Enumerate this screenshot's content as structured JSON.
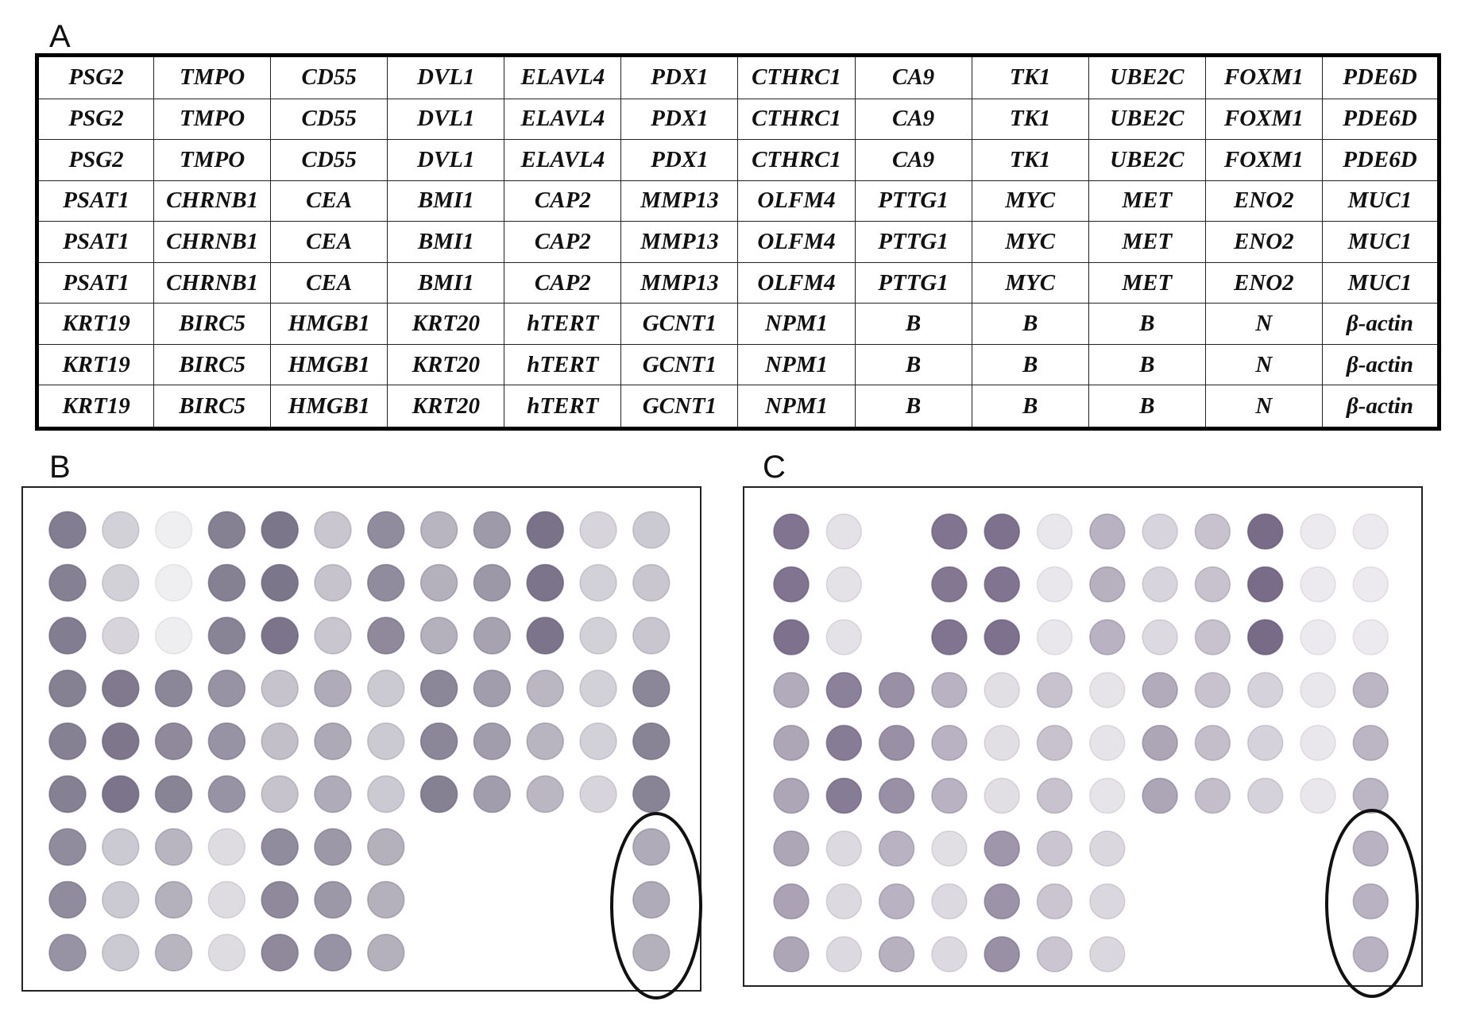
{
  "panel_labels": {
    "a": "A",
    "b": "B",
    "c": "C"
  },
  "table_rows": [
    [
      "PSG2",
      "TMPO",
      "CD55",
      "DVL1",
      "ELAVL4",
      "PDX1",
      "CTHRC1",
      "CA9",
      "TK1",
      "UBE2C",
      "FOXM1",
      "PDE6D"
    ],
    [
      "PSG2",
      "TMPO",
      "CD55",
      "DVL1",
      "ELAVL4",
      "PDX1",
      "CTHRC1",
      "CA9",
      "TK1",
      "UBE2C",
      "FOXM1",
      "PDE6D"
    ],
    [
      "PSG2",
      "TMPO",
      "CD55",
      "DVL1",
      "ELAVL4",
      "PDX1",
      "CTHRC1",
      "CA9",
      "TK1",
      "UBE2C",
      "FOXM1",
      "PDE6D"
    ],
    [
      "PSAT1",
      "CHRNB1",
      "CEA",
      "BMI1",
      "CAP2",
      "MMP13",
      "OLFM4",
      "PTTG1",
      "MYC",
      "MET",
      "ENO2",
      "MUC1"
    ],
    [
      "PSAT1",
      "CHRNB1",
      "CEA",
      "BMI1",
      "CAP2",
      "MMP13",
      "OLFM4",
      "PTTG1",
      "MYC",
      "MET",
      "ENO2",
      "MUC1"
    ],
    [
      "PSAT1",
      "CHRNB1",
      "CEA",
      "BMI1",
      "CAP2",
      "MMP13",
      "OLFM4",
      "PTTG1",
      "MYC",
      "MET",
      "ENO2",
      "MUC1"
    ],
    [
      "KRT19",
      "BIRC5",
      "HMGB1",
      "KRT20",
      "hTERT",
      "GCNT1",
      "NPM1",
      "B",
      "B",
      "B",
      "N",
      "β-actin"
    ],
    [
      "KRT19",
      "BIRC5",
      "HMGB1",
      "KRT20",
      "hTERT",
      "GCNT1",
      "NPM1",
      "B",
      "B",
      "B",
      "N",
      "β-actin"
    ],
    [
      "KRT19",
      "BIRC5",
      "HMGB1",
      "KRT20",
      "hTERT",
      "GCNT1",
      "NPM1",
      "B",
      "B",
      "B",
      "N",
      "β-actin"
    ]
  ],
  "blots": {
    "b": {
      "dot_color": "#5e5670",
      "rows": [
        [
          0.8,
          0.22,
          0.02,
          0.78,
          0.85,
          0.3,
          0.7,
          0.42,
          0.6,
          0.88,
          0.2,
          0.28
        ],
        [
          0.78,
          0.22,
          0.02,
          0.78,
          0.85,
          0.32,
          0.7,
          0.45,
          0.62,
          0.86,
          0.22,
          0.3
        ],
        [
          0.8,
          0.2,
          0.03,
          0.76,
          0.86,
          0.3,
          0.72,
          0.45,
          0.55,
          0.86,
          0.22,
          0.3
        ],
        [
          0.78,
          0.82,
          0.74,
          0.65,
          0.32,
          0.48,
          0.28,
          0.74,
          0.58,
          0.4,
          0.22,
          0.74
        ],
        [
          0.78,
          0.84,
          0.72,
          0.65,
          0.35,
          0.5,
          0.28,
          0.74,
          0.58,
          0.42,
          0.22,
          0.76
        ],
        [
          0.78,
          0.86,
          0.76,
          0.65,
          0.32,
          0.48,
          0.28,
          0.78,
          0.58,
          0.4,
          0.2,
          0.76
        ],
        [
          0.7,
          0.28,
          0.42,
          0.15,
          0.7,
          0.62,
          0.45,
          0,
          0,
          0,
          0,
          0.48
        ],
        [
          0.7,
          0.28,
          0.45,
          0.15,
          0.72,
          0.62,
          0.45,
          0,
          0,
          0,
          0,
          0.48
        ],
        [
          0.65,
          0.28,
          0.42,
          0.15,
          0.72,
          0.65,
          0.45,
          0,
          0,
          0,
          0,
          0.45
        ]
      ]
    },
    "c": {
      "dot_color": "#5a4a6e",
      "rows": [
        [
          0.8,
          0.1,
          0,
          0.8,
          0.82,
          0.06,
          0.4,
          0.18,
          0.3,
          0.85,
          0.04,
          0.04
        ],
        [
          0.8,
          0.1,
          0,
          0.78,
          0.8,
          0.06,
          0.42,
          0.18,
          0.3,
          0.85,
          0.04,
          0.04
        ],
        [
          0.82,
          0.1,
          0,
          0.8,
          0.82,
          0.06,
          0.4,
          0.15,
          0.3,
          0.86,
          0.04,
          0.04
        ],
        [
          0.45,
          0.72,
          0.62,
          0.4,
          0.12,
          0.3,
          0.08,
          0.45,
          0.3,
          0.2,
          0.06,
          0.38
        ],
        [
          0.48,
          0.75,
          0.62,
          0.4,
          0.12,
          0.3,
          0.08,
          0.48,
          0.32,
          0.2,
          0.06,
          0.38
        ],
        [
          0.48,
          0.75,
          0.62,
          0.4,
          0.12,
          0.3,
          0.08,
          0.48,
          0.32,
          0.2,
          0.06,
          0.38
        ],
        [
          0.48,
          0.15,
          0.4,
          0.12,
          0.58,
          0.28,
          0.16,
          0,
          0,
          0,
          0,
          0.4
        ],
        [
          0.5,
          0.15,
          0.4,
          0.15,
          0.6,
          0.28,
          0.16,
          0,
          0,
          0,
          0,
          0.4
        ],
        [
          0.48,
          0.15,
          0.42,
          0.15,
          0.62,
          0.28,
          0.16,
          0,
          0,
          0,
          0,
          0.4
        ]
      ]
    }
  }
}
